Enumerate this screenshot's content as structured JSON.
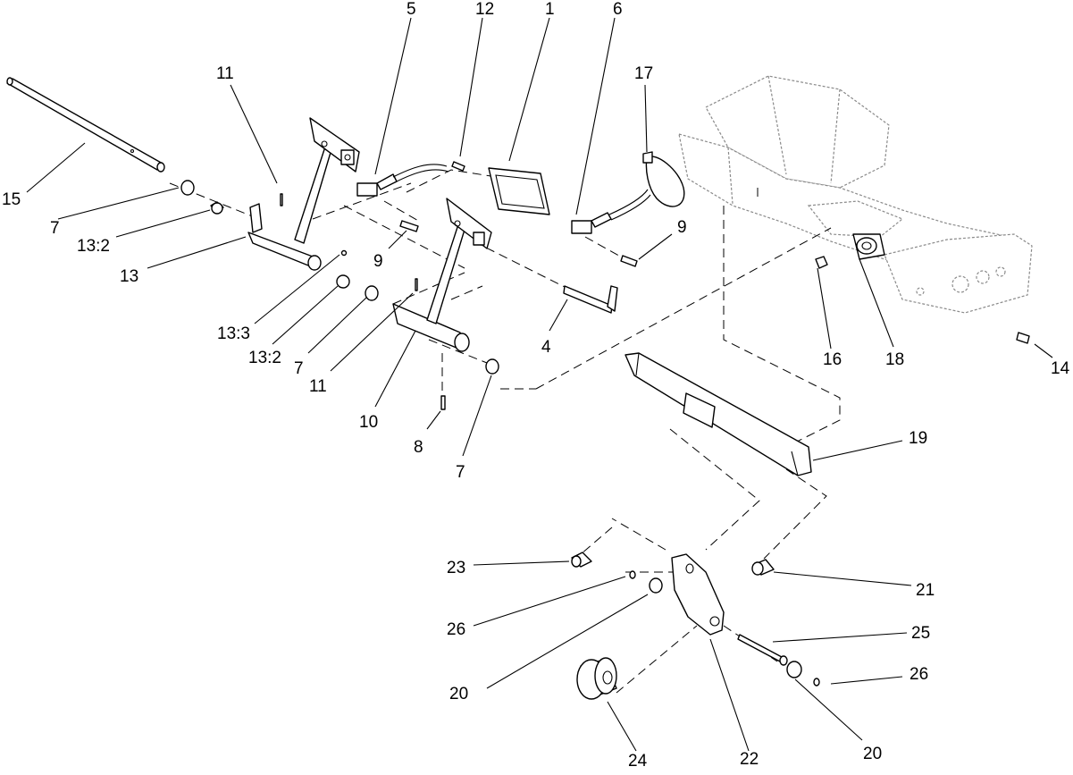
{
  "callouts": {
    "c1": "1",
    "c4": "4",
    "c5": "5",
    "c6": "6",
    "c7a": "7",
    "c7b": "7",
    "c7c": "7",
    "c8": "8",
    "c9a": "9",
    "c9b": "9",
    "c10": "10",
    "c11a": "11",
    "c11b": "11",
    "c12": "12",
    "c13": "13",
    "c13_2a": "13:2",
    "c13_2b": "13:2",
    "c13_3": "13:3",
    "c14": "14",
    "c15": "15",
    "c16": "16",
    "c17": "17",
    "c18": "18",
    "c19": "19",
    "c20a": "20",
    "c20b": "20",
    "c21": "21",
    "c22": "22",
    "c23": "23",
    "c24": "24",
    "c25": "25",
    "c26a": "26",
    "c26b": "26"
  }
}
